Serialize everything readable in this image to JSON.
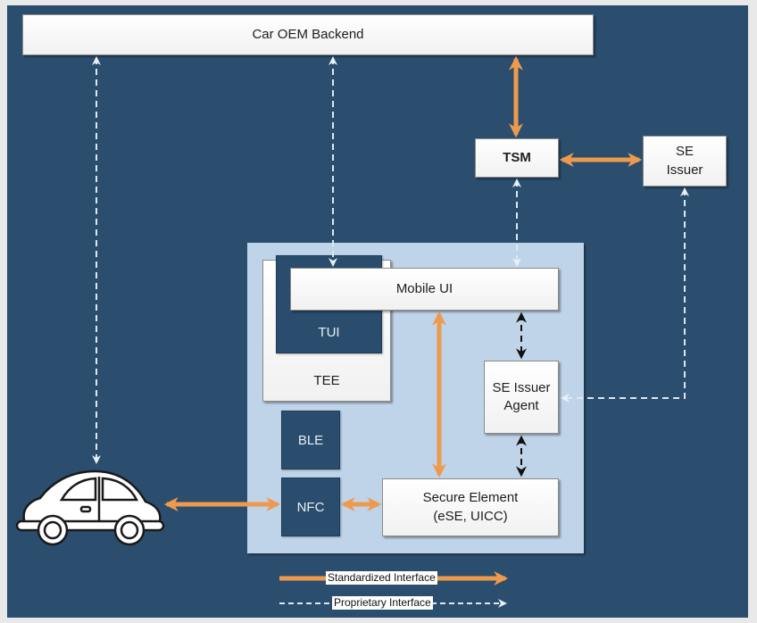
{
  "diagram": {
    "nodes": {
      "backend": "Car OEM Backend",
      "tsm": "TSM",
      "se_issuer": "SE\nIssuer",
      "mobile_ui": "Mobile UI",
      "tui": "TUI",
      "tee": "TEE",
      "se_issuer_agent": "SE Issuer\nAgent",
      "ble": "BLE",
      "nfc": "NFC",
      "secure_element": "Secure Element\n(eSE, UICC)",
      "car": "car-icon"
    },
    "edges": [
      {
        "from": "backend",
        "to": "car",
        "type": "proprietary",
        "direction": "both"
      },
      {
        "from": "backend",
        "to": "mobile_ui",
        "type": "proprietary",
        "direction": "both"
      },
      {
        "from": "backend",
        "to": "tsm",
        "type": "standardized",
        "direction": "both"
      },
      {
        "from": "tsm",
        "to": "se_issuer",
        "type": "standardized",
        "direction": "both"
      },
      {
        "from": "tsm",
        "to": "mobile_ui",
        "type": "proprietary",
        "direction": "both"
      },
      {
        "from": "se_issuer",
        "to": "se_issuer_agent",
        "type": "proprietary",
        "direction": "both"
      },
      {
        "from": "mobile_ui",
        "to": "se_issuer_agent",
        "type": "internal",
        "direction": "both"
      },
      {
        "from": "se_issuer_agent",
        "to": "secure_element",
        "type": "internal",
        "direction": "both"
      },
      {
        "from": "mobile_ui",
        "to": "secure_element",
        "type": "standardized",
        "direction": "both"
      },
      {
        "from": "car",
        "to": "nfc",
        "type": "standardized",
        "direction": "both"
      },
      {
        "from": "nfc",
        "to": "secure_element",
        "type": "standardized",
        "direction": "both"
      }
    ],
    "legend": {
      "standardized": "Standardized Interface",
      "proprietary": "Proprietary Interface"
    },
    "colors": {
      "background": "#2b4e6e",
      "phone": "#bfd4e9",
      "standardized": "#ee9a4d",
      "proprietary": "#dbe8f4",
      "internal": "#111111"
    }
  }
}
